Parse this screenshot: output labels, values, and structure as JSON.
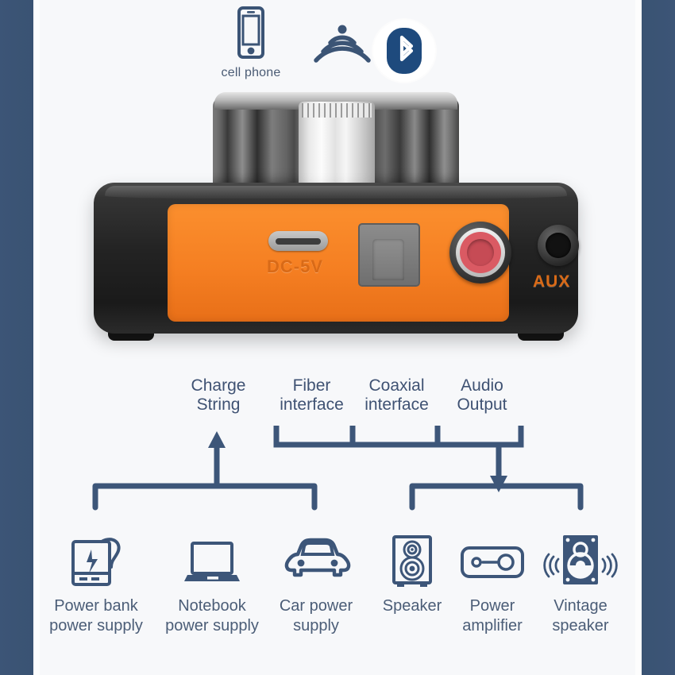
{
  "frame": {
    "side_bar_color": "#3b5475",
    "background": "#f7f8fa"
  },
  "top": {
    "phone_icon": "cell-phone-icon",
    "phone_label": "cell phone",
    "wireless_icon": "wireless-waves-icon",
    "bluetooth_icon": "bluetooth-icon"
  },
  "device": {
    "knob": "volume-knob",
    "faceplate_color": "#f57f22",
    "ports": [
      {
        "name": "usb-c-port",
        "label": "DC-5V"
      },
      {
        "name": "optical-toslink-port",
        "label": ""
      },
      {
        "name": "rca-coaxial-port",
        "label": ""
      },
      {
        "name": "aux-3-5mm-port",
        "label": "AUX"
      }
    ]
  },
  "callouts": [
    {
      "id": "charge-string",
      "line1": "Charge",
      "line2": "String"
    },
    {
      "id": "fiber-interface",
      "line1": "Fiber",
      "line2": "interface"
    },
    {
      "id": "coaxial-interface",
      "line1": "Coaxial",
      "line2": "interface"
    },
    {
      "id": "audio-output",
      "line1": "Audio",
      "line2": "Output"
    }
  ],
  "devices": [
    {
      "id": "power-bank",
      "icon": "power-bank-icon",
      "line1": "Power bank",
      "line2": "power supply"
    },
    {
      "id": "notebook",
      "icon": "laptop-icon",
      "line1": "Notebook",
      "line2": "power supply"
    },
    {
      "id": "car-power",
      "icon": "car-icon",
      "line1": "Car power",
      "line2": "supply"
    },
    {
      "id": "speaker",
      "icon": "speaker-icon",
      "line1": "Speaker",
      "line2": ""
    },
    {
      "id": "power-amplifier",
      "icon": "amplifier-icon",
      "line1": "Power",
      "line2": "amplifier"
    },
    {
      "id": "vintage-speaker",
      "icon": "vintage-speaker-icon",
      "line1": "Vintage",
      "line2": "speaker"
    }
  ],
  "colors": {
    "navy": "#3b5475",
    "line": "#3d5679",
    "orange": "#f57f22",
    "rca_red": "#da5a63"
  }
}
